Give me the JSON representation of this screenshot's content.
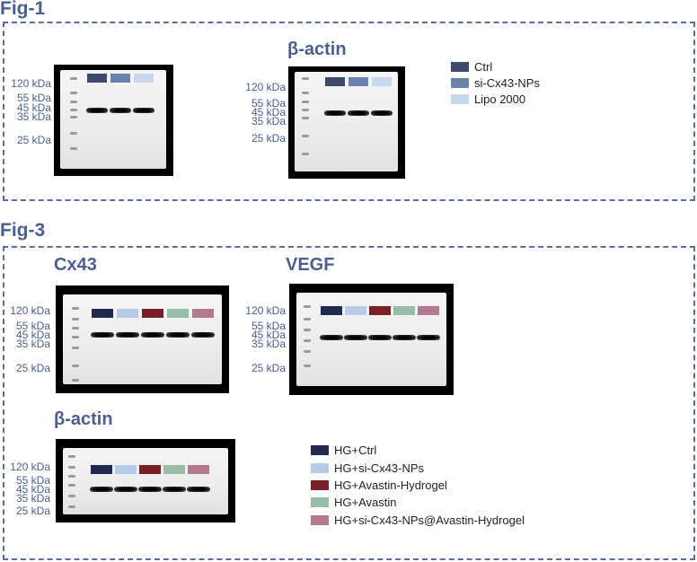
{
  "fig1": {
    "title": "Fig-1",
    "blot_right_title": "β-actin",
    "markers": [
      "120 kDa",
      "55 kDa",
      "45 kDa",
      "35 kDa",
      "25 kDa"
    ],
    "legend": [
      {
        "label": "Ctrl",
        "color": "#3d4a6e"
      },
      {
        "label": "si-Cx43-NPs",
        "color": "#6b82ad"
      },
      {
        "label": "Lipo 2000",
        "color": "#c8d8ec"
      }
    ]
  },
  "fig3": {
    "title": "Fig-3",
    "blot_titles": [
      "Cx43",
      "VEGF",
      "β-actin"
    ],
    "markers": [
      "120 kDa",
      "55 kDa",
      "45 kDa",
      "35 kDa",
      "25 kDa"
    ],
    "legend": [
      {
        "label": "HG+Ctrl",
        "color": "#22294f"
      },
      {
        "label": "HG+si-Cx43-NPs",
        "color": "#b7cbe8"
      },
      {
        "label": "HG+Avastin-Hydrogel",
        "color": "#7a1e28"
      },
      {
        "label": "HG+Avastin",
        "color": "#98bca6"
      },
      {
        "label": "HG+si-Cx43-NPs@Avastin-Hydrogel",
        "color": "#b27a92"
      }
    ]
  }
}
